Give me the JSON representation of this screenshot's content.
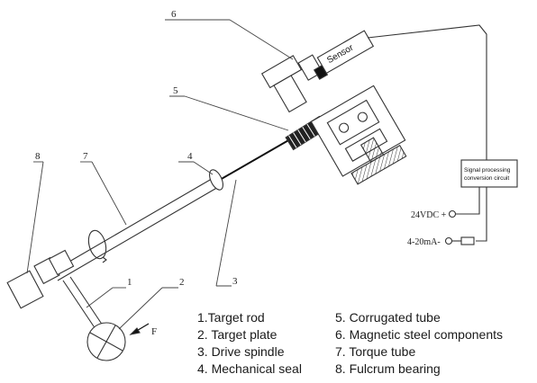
{
  "diagram": {
    "callouts": [
      "1",
      "2",
      "3",
      "4",
      "5",
      "6",
      "7",
      "8"
    ],
    "sensor_label": "Sensor",
    "box_line1": "Signal processing",
    "box_line2": "conversion circuit",
    "terminal_power": "24VDC +",
    "terminal_signal": "4-20mA-",
    "force_label": "F"
  },
  "legend": {
    "left": [
      "1.Target rod",
      "2. Target plate",
      "3. Drive spindle",
      "4. Mechanical seal"
    ],
    "right": [
      "5. Corrugated tube",
      "6. Magnetic steel components",
      "7. Torque tube",
      "8. Fulcrum bearing"
    ]
  }
}
